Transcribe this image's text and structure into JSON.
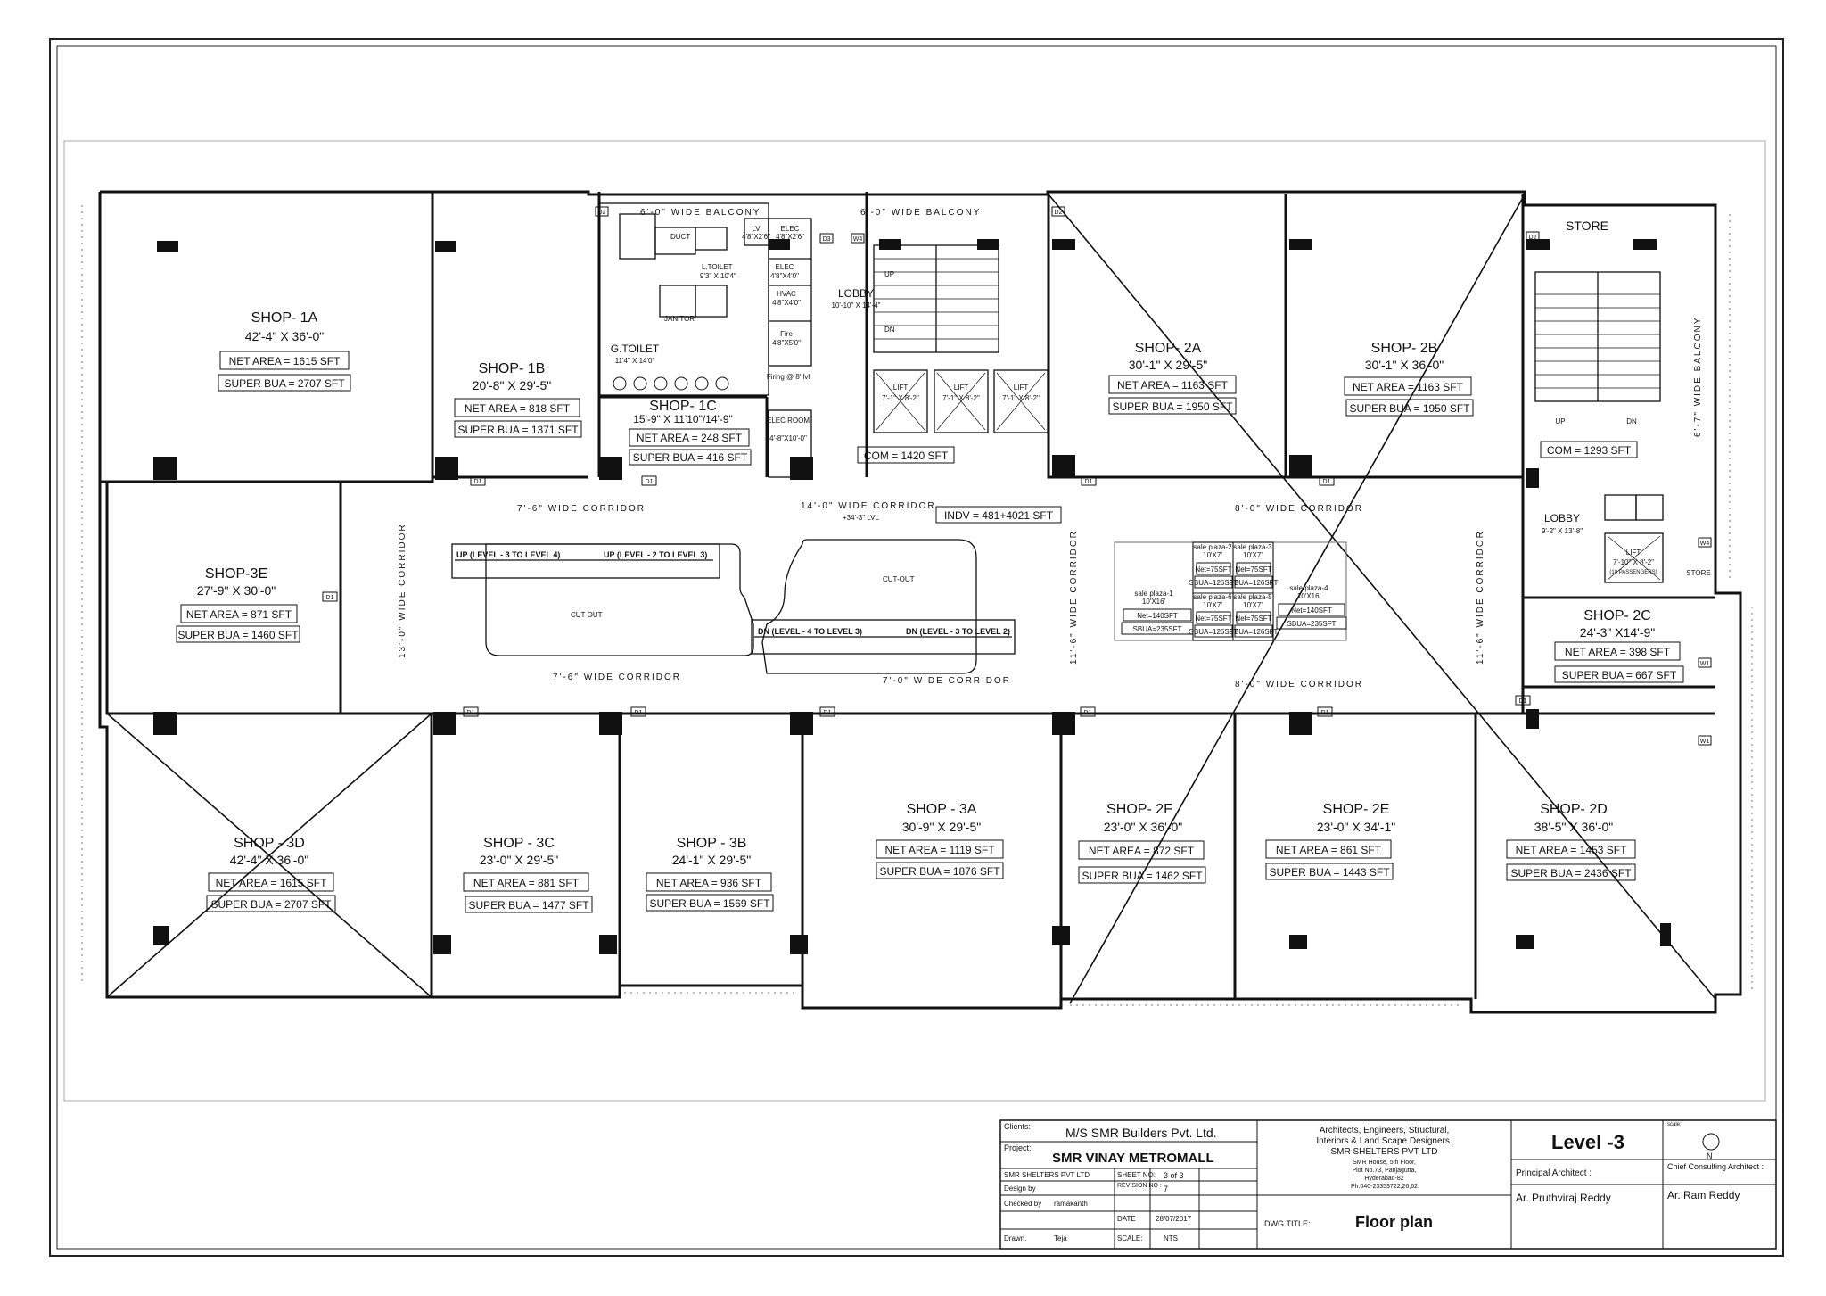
{
  "balconies": {
    "left": "6'-0\" WIDE BALCONY",
    "right": "6'-0\" WIDE BALCONY",
    "east": "6'-7\" WIDE BALCONY"
  },
  "shops": [
    {
      "key": "1a",
      "name": "SHOP- 1A",
      "dim": "42'-4\" X 36'-0\"",
      "net": "NET AREA = 1615 SFT",
      "super": "SUPER BUA = 2707 SFT"
    },
    {
      "key": "1b",
      "name": "SHOP- 1B",
      "dim": "20'-8\" X 29'-5\"",
      "net": "NET AREA = 818 SFT",
      "super": "SUPER BUA = 1371 SFT"
    },
    {
      "key": "1c",
      "name": "SHOP- 1C",
      "dim": "15'-9\" X 11'10\"/14'-9\"",
      "net": "NET AREA = 248 SFT",
      "super": "SUPER BUA = 416 SFT"
    },
    {
      "key": "2a",
      "name": "SHOP- 2A",
      "dim": "30'-1\" X 29'-5\"",
      "net": "NET AREA = 1163 SFT",
      "super": "SUPER BUA = 1950 SFT"
    },
    {
      "key": "2b",
      "name": "SHOP- 2B",
      "dim": "30'-1\" X 36'-0\"",
      "net": "NET AREA = 1163 SFT",
      "super": "SUPER BUA = 1950 SFT"
    },
    {
      "key": "3e",
      "name": "SHOP-3E",
      "dim": "27'-9\" X 30'-0\"",
      "net": "NET AREA = 871 SFT",
      "super": "SUPER BUA = 1460 SFT"
    },
    {
      "key": "2c",
      "name": "SHOP- 2C",
      "dim": "24'-3\" X14'-9\"",
      "net": "NET AREA = 398 SFT",
      "super": "SUPER BUA = 667 SFT"
    },
    {
      "key": "3d",
      "name": "SHOP - 3D",
      "dim": "42'-4\" X 36'-0\"",
      "net": "NET AREA = 1615 SFT",
      "super": "SUPER BUA = 2707 SFT"
    },
    {
      "key": "3c",
      "name": "SHOP - 3C",
      "dim": "23'-0\" X 29'-5\"",
      "net": "NET AREA = 881 SFT",
      "super": "SUPER BUA = 1477 SFT"
    },
    {
      "key": "3b",
      "name": "SHOP - 3B",
      "dim": "24'-1\" X 29'-5\"",
      "net": "NET AREA = 936 SFT",
      "super": "SUPER BUA = 1569 SFT"
    },
    {
      "key": "3a",
      "name": "SHOP - 3A",
      "dim": "30'-9\" X 29'-5\"",
      "net": "NET AREA = 1119 SFT",
      "super": "SUPER BUA = 1876 SFT"
    },
    {
      "key": "2f",
      "name": "SHOP- 2F",
      "dim": "23'-0\" X 36'-0\"",
      "net": "NET AREA = 872 SFT",
      "super": "SUPER BUA = 1462 SFT"
    },
    {
      "key": "2e",
      "name": "SHOP- 2E",
      "dim": "23'-0\" X 34'-1\"",
      "net": "NET AREA = 861 SFT",
      "super": "SUPER BUA = 1443 SFT"
    },
    {
      "key": "2d",
      "name": "SHOP- 2D",
      "dim": "38'-5\" X 36'-0\"",
      "net": "NET AREA = 1453 SFT",
      "super": "SUPER BUA = 2436 SFT"
    }
  ],
  "rooms": {
    "toilet": "G.TOILET",
    "toilet_dim": "11'4\" X 14'0\"",
    "ltoilet": "L.TOILET",
    "ltoilet_dim": "9'3\" X 10'4\"",
    "duct": "DUCT",
    "janitor": "JANITOR",
    "lv": "LV",
    "lv_dim": "4'8\"X2'6\"",
    "elec": "ELEC",
    "elec_dim": "4'8\"X2'6\"",
    "elec2": "ELEC",
    "elec2_dim": "4'8\"X4'0\"",
    "hvac": "HVAC",
    "hvac_dim": "4'8\"X4'0\"",
    "fire": "Fire",
    "fire_dim": "4'8\"X5'0\"",
    "elec_room": "ELEC ROOM",
    "elec_room_dim": "4'-8\"X10'-0\"",
    "fire_lvl": "Firing @ 8' lvl",
    "lobby": "LOBBY",
    "lobby_dim": "10'-10\" X 14'-4\"",
    "lift": "LIFT",
    "lift_dim": "7'-1\" X 8'-2\"",
    "com1": "COM = 1420 SFT",
    "store": "STORE",
    "com2": "COM = 1293 SFT",
    "lobby2": "LOBBY",
    "lobby2_dim": "9'-2\" X 13'-8\"",
    "lift2": "LIFT",
    "lift2_dim": "7'-10\" X 8'-2\"",
    "lift2_sub": "(10 PASSENGERS)",
    "store2": "STORE",
    "up": "UP",
    "dn": "DN"
  },
  "corridors": {
    "c1": "7'-6\" WIDE CORRIDOR",
    "c2": "14'-0\" WIDE CORRIDOR",
    "c2_lvl": "+34'-3\" LVL",
    "c3": "8'-0\" WIDE CORRIDOR",
    "c4": "13'-0\" WIDE CORRIDOR",
    "c5": "7'-6\" WIDE CORRIDOR",
    "c6": "7'-0\" WIDE CORRIDOR",
    "c7": "8'-0\" WIDE CORRIDOR",
    "c8": "11'-6\" WIDE CORRIDOR",
    "c9": "11'-6\" WIDE CORRIDOR",
    "indv": "INDV = 481+4021 SFT"
  },
  "escalators": {
    "up1": "UP (LEVEL - 3 TO LEVEL 4)",
    "up2": "UP (LEVEL - 2 TO LEVEL 3)",
    "dn1": "DN (LEVEL - 4 TO LEVEL 3)",
    "dn2": "DN (LEVEL - 3 TO LEVEL 2)",
    "cutout": "CUT-OUT"
  },
  "plaza": [
    {
      "name": "sale plaza-1",
      "dim": "10'X16'",
      "net": "Net=140SFT",
      "sbua": "SBUA=235SFT"
    },
    {
      "name": "sale plaza-2",
      "dim": "10'X7'",
      "net": "Net=75SFT",
      "sbua": "SBUA=126SFT"
    },
    {
      "name": "sale plaza-3",
      "dim": "10'X7'",
      "net": "Net=75SFT",
      "sbua": "SBUA=126SFT"
    },
    {
      "name": "sale plaza-4",
      "dim": "10'X16'",
      "net": "Net=140SFT",
      "sbua": "SBUA=235SFT"
    },
    {
      "name": "sale plaza-5",
      "dim": "10'X7'",
      "net": "Net=75SFT",
      "sbua": "SBUA=126SFT"
    },
    {
      "name": "sale plaza-6",
      "dim": "10'X7'",
      "net": "Net=75SFT",
      "sbua": "SBUA=126SFT"
    }
  ],
  "tags": {
    "d1": "D1",
    "d2": "D2",
    "d3": "D3",
    "w1": "W1",
    "w4": "W4"
  },
  "titleblock": {
    "clients_label": "Clients:",
    "client": "M/S SMR Builders Pvt. Ltd.",
    "project_label": "Project:",
    "project": "SMR VINAY METROMALL",
    "firm_small": "SMR SHELTERS PVT LTD",
    "design_label": "Design by",
    "checked_label": "Checked by",
    "checked_value": "ramakanth",
    "drawn_label": "Drawn.",
    "drawn_value": "Teja",
    "sheet_label": "SHEET NO:",
    "sheet_value": "3 of 3",
    "revision_label": "REVISION NO :",
    "revision_value": "7",
    "date_label": "DATE",
    "date_value": "28/07/2017",
    "scale_label": "SCALE:",
    "scale_value": "NTS",
    "firm_desc_1": "Architects, Engineers, Structural,",
    "firm_desc_2": "Interiors & Land Scape Designers.",
    "firm_name": "SMR SHELTERS PVT LTD",
    "addr_1": "SMR House, 5th Floor,",
    "addr_2": "Plot No.73, Panjagutta,",
    "addr_3": "Hyderabad-82",
    "addr_4": "Ph:040-23353722,26,62",
    "dwg_label": "DWG.TITLE:",
    "dwg_title": "Floor plan",
    "level": "Level -3",
    "principal_label": "Principal Architect :",
    "principal": "Ar. Pruthviraj Reddy",
    "chief_label": "Chief Consulting Architect :",
    "chief": "Ar. Ram Reddy",
    "north_label": "scale:",
    "north": "N"
  }
}
